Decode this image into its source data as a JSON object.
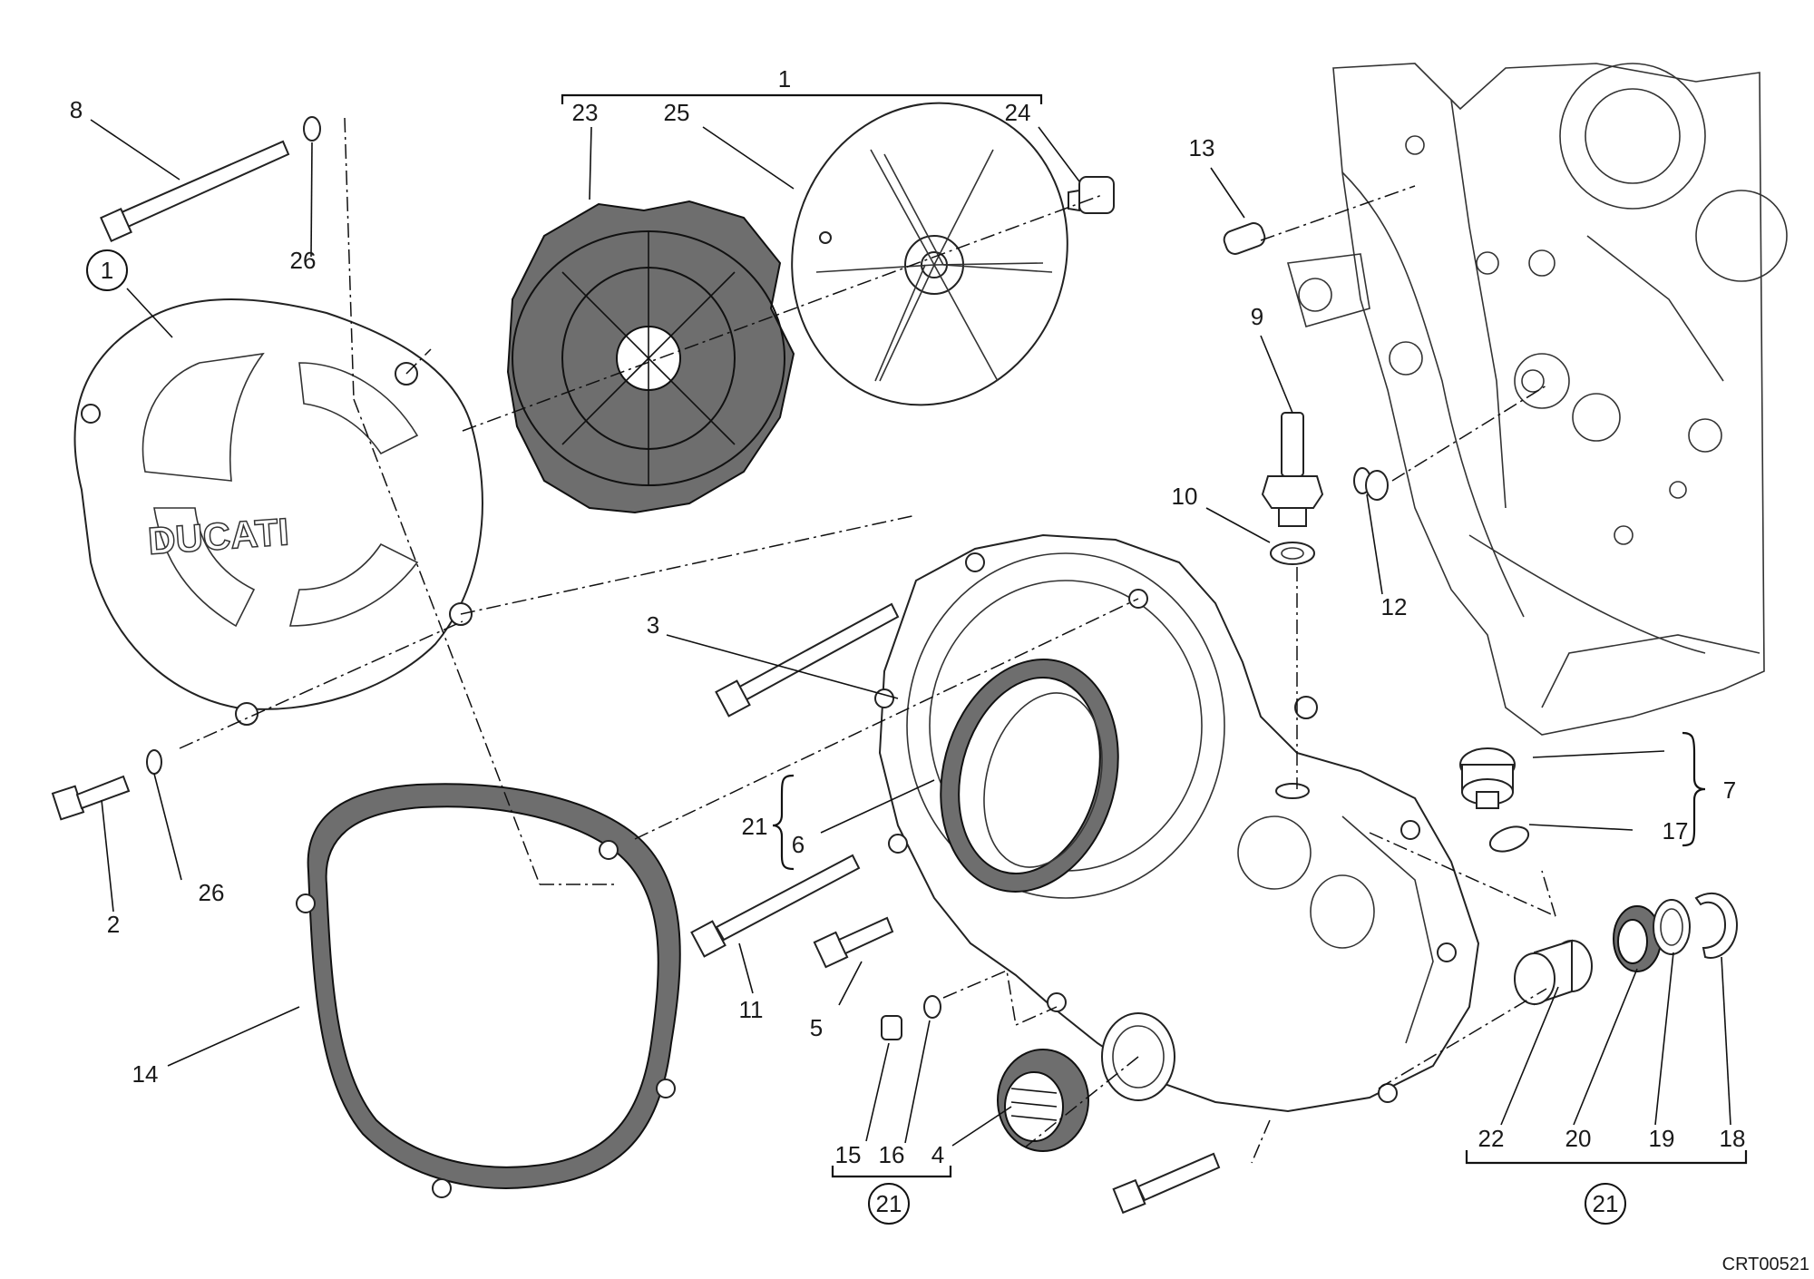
{
  "figure_code": "CRT00521",
  "callouts": [
    {
      "id": "c1",
      "text": "1"
    },
    {
      "id": "c23",
      "text": "23"
    },
    {
      "id": "c25",
      "text": "25"
    },
    {
      "id": "c24",
      "text": "24"
    },
    {
      "id": "c8",
      "text": "8"
    },
    {
      "id": "c26a",
      "text": "26"
    },
    {
      "id": "c13",
      "text": "13"
    },
    {
      "id": "c9",
      "text": "9"
    },
    {
      "id": "c10",
      "text": "10"
    },
    {
      "id": "c12",
      "text": "12"
    },
    {
      "id": "c3",
      "text": "3"
    },
    {
      "id": "c7",
      "text": "7"
    },
    {
      "id": "c17",
      "text": "17"
    },
    {
      "id": "c21a",
      "text": "21"
    },
    {
      "id": "c6",
      "text": "6"
    },
    {
      "id": "c2",
      "text": "2"
    },
    {
      "id": "c26b",
      "text": "26"
    },
    {
      "id": "c11",
      "text": "11"
    },
    {
      "id": "c5",
      "text": "5"
    },
    {
      "id": "c14",
      "text": "14"
    },
    {
      "id": "c15",
      "text": "15"
    },
    {
      "id": "c16",
      "text": "16"
    },
    {
      "id": "c4",
      "text": "4"
    },
    {
      "id": "c22",
      "text": "22"
    },
    {
      "id": "c20",
      "text": "20"
    },
    {
      "id": "c19",
      "text": "19"
    },
    {
      "id": "c18",
      "text": "18"
    }
  ],
  "circled_callouts": [
    {
      "id": "r1",
      "text": "1"
    },
    {
      "id": "r21a",
      "text": "21"
    },
    {
      "id": "r21b",
      "text": "21"
    }
  ],
  "logo_text": "DUCATI"
}
